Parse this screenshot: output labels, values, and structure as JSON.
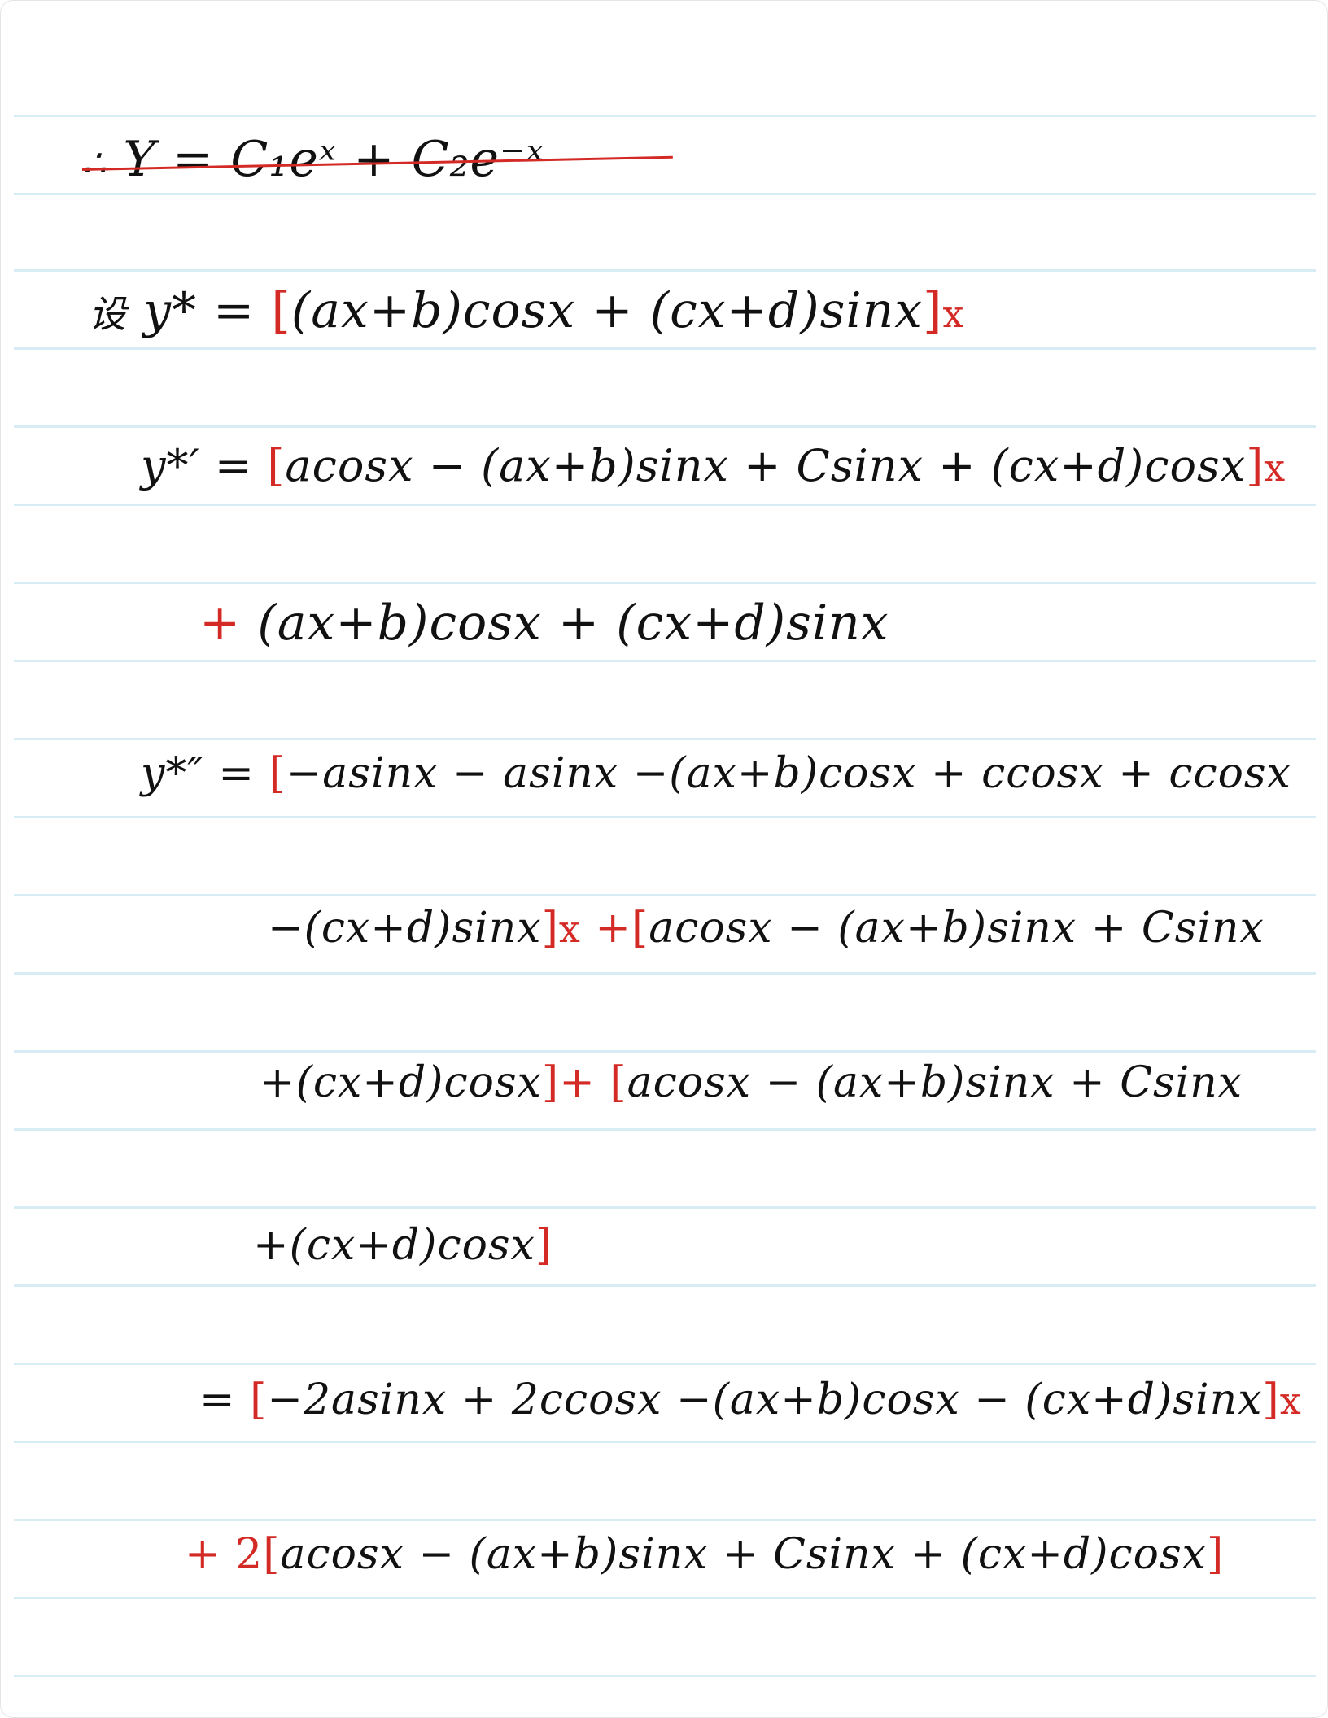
{
  "lines": {
    "l1": {
      "prefix": "∴",
      "text": "Y = C₁eˣ + C₂e⁻ˣ"
    },
    "l2": {
      "prefix": "设",
      "text": "y* = ",
      "open": "[",
      "body": "(ax+b)cosx + (cx+d)sinx",
      "close": "]",
      "mark": "x"
    },
    "l3": {
      "text": "y*′ = ",
      "open": "[",
      "body": "acosx − (ax+b)sinx + Csinx + (cx+d)cosx",
      "close": "]",
      "mark": "x"
    },
    "l4": {
      "plus": "+",
      "body": "(ax+b)cosx + (cx+d)sinx"
    },
    "l5": {
      "text": "y*″ = ",
      "open": "[",
      "body": "−asinx − asinx −(ax+b)cosx + ccosx + ccosx"
    },
    "l6": {
      "body": "−(cx+d)sinx",
      "close": "]",
      "mark": "x",
      "plus": "+",
      "open": "[",
      "body2": "acosx − (ax+b)sinx + Csinx"
    },
    "l7": {
      "body": "+(cx+d)cosx",
      "close": "]",
      "plus": "+",
      "open": "[",
      "body2": "acosx − (ax+b)sinx + Csinx"
    },
    "l8": {
      "body": "+(cx+d)cosx",
      "close": "]"
    },
    "l9": {
      "eq": "=",
      "open": "[",
      "body": "−2asinx + 2ccosx −(ax+b)cosx − (cx+d)sinx",
      "close": "]",
      "mark": "x"
    },
    "l10": {
      "plus": "+ 2",
      "open": "[",
      "body": "acosx − (ax+b)sinx + Csinx + (cx+d)cosx",
      "close": "]"
    }
  },
  "colors": {
    "ink": "#111111",
    "correction": "#d42a26",
    "rule": "#d8ecf5"
  }
}
